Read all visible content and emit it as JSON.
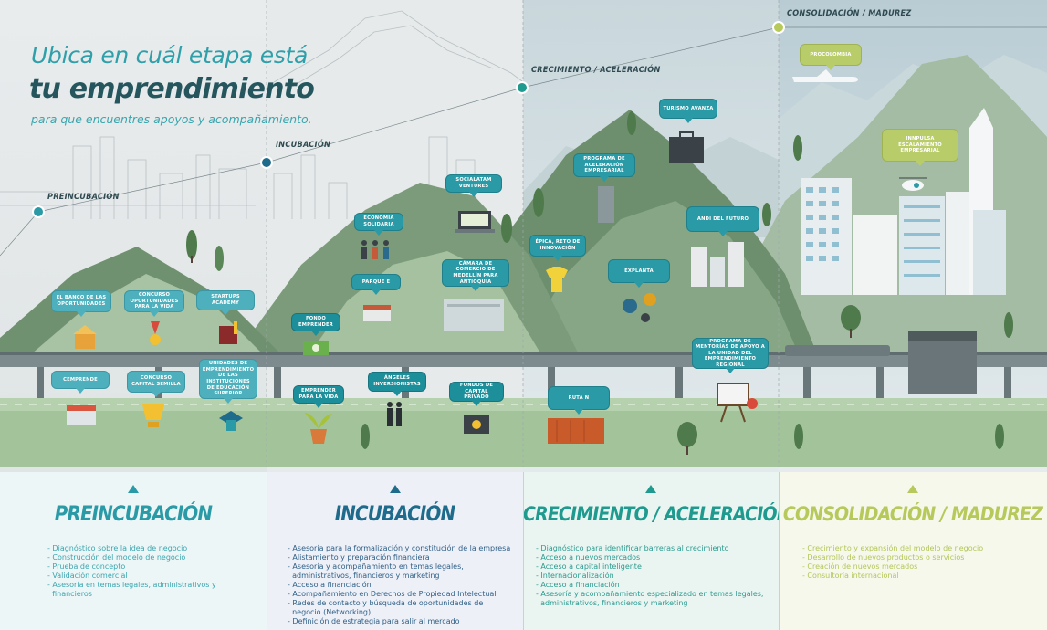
{
  "header": {
    "line1": "Ubica en cuál etapa está",
    "line2": "tu emprendimiento",
    "line3": "para que encuentres apoyos y acompañamiento."
  },
  "stage_labels": {
    "preincubacion": "PREINCUBACIÓN",
    "incubacion": "INCUBACIÓN",
    "crecimiento": "CRECIMIENTO / ACELERACIÓN",
    "consolidacion": "CONSOLIDACIÓN / MADUREZ"
  },
  "bubbles": {
    "banco": "EL BANCO DE LAS OPORTUNIDADES",
    "concurso_op": "CONCURSO OPORTUNIDADES PARA LA VIDA",
    "startups": "STARTUPS ACADEMY",
    "cemprende": "CEMPRENDE",
    "semilla": "CONCURSO CAPITAL SEMILLA",
    "unidades": "UNIDADES DE EMPRENDIMIENTO DE LAS INSTITUCIONES DE EDUCACIÓN SUPERIOR",
    "economia": "ECONOMÍA SOLIDARIA",
    "socialab": "SOCIALATAM VENTURES",
    "parque": "PARQUE E",
    "camara": "CÁMARA DE COMERCIO DE MEDELLÍN PARA ANTIOQUIA",
    "fondo": "FONDO EMPRENDER",
    "emprender_vida": "EMPRENDER PARA LA VIDA",
    "angeles": "ÁNGELES INVERSIONISTAS",
    "fondos_capital": "FONDOS DE CAPITAL PRIVADO",
    "programa_acel": "PROGRAMA DE ACELERACIÓN EMPRESARIAL",
    "turismo": "TURISMO AVANZA",
    "epica": "ÉPICA, RETO DE INNOVACIÓN",
    "anzi": "ANDI DEL FUTURO",
    "explanta": "EXPLANTA",
    "ruta_n": "RUTA N",
    "mentorias": "PROGRAMA DE MENTORÍAS DE APOYO A LA UNIDAD DEL EMPRENDIMIENTO REGIONAL",
    "procolombia": "PROCOLOMBIA",
    "innpulsa": "INNPULSA ESCALAMIENTO EMPRESARIAL"
  },
  "columns": [
    {
      "title": "PREINCUBACIÓN",
      "color": "#2a9aa6",
      "items": [
        "- Diagnóstico sobre la idea de negocio",
        "- Construcción del modelo de negocio",
        "- Prueba de concepto",
        "- Validación comercial",
        "- Asesoría en temas legales, administrativos y",
        "  financieros"
      ]
    },
    {
      "title": "INCUBACIÓN",
      "color": "#1f6b8c",
      "items": [
        "- Asesoría para la formalización y constitución de la empresa",
        "- Alistamiento y preparación financiera",
        "- Asesoría y acompañamiento en temas legales,",
        "  administrativos, financieros y marketing",
        "- Acceso a financiación",
        "- Acompañamiento en Derechos de Propiedad Intelectual",
        "- Redes de contacto y búsqueda de oportunidades de",
        "  negocio (Networking)",
        "- Definición de estrategia para salir al mercado"
      ]
    },
    {
      "title": "CRECIMIENTO / ACELERACIÓN",
      "color": "#1f9a8e",
      "items": [
        "- Diagnóstico para identificar barreras al crecimiento",
        "- Acceso a nuevos mercados",
        "- Acceso a capital inteligente",
        "- Internacionalización",
        "- Acceso a financiación",
        "- Asesoría y acompañamiento especializado en temas legales,",
        "  administrativos, financieros y marketing"
      ]
    },
    {
      "title": "CONSOLIDACIÓN / MADUREZ",
      "color": "#b6c95a",
      "items": [
        "- Crecimiento y expansión del modelo de negocio",
        "- Desarrollo de nuevos productos o servicios",
        "- Creación de nuevos mercados",
        "- Consultoría internacional"
      ]
    }
  ],
  "colors": {
    "teal": "#2a9aa6",
    "navy": "#1f6b8c",
    "green_teal": "#1f9a8e",
    "lime": "#b6c95a",
    "mountain_dark": "#6a8b6a",
    "mountain_mid": "#8fae8c",
    "ground": "#9dbf92"
  }
}
